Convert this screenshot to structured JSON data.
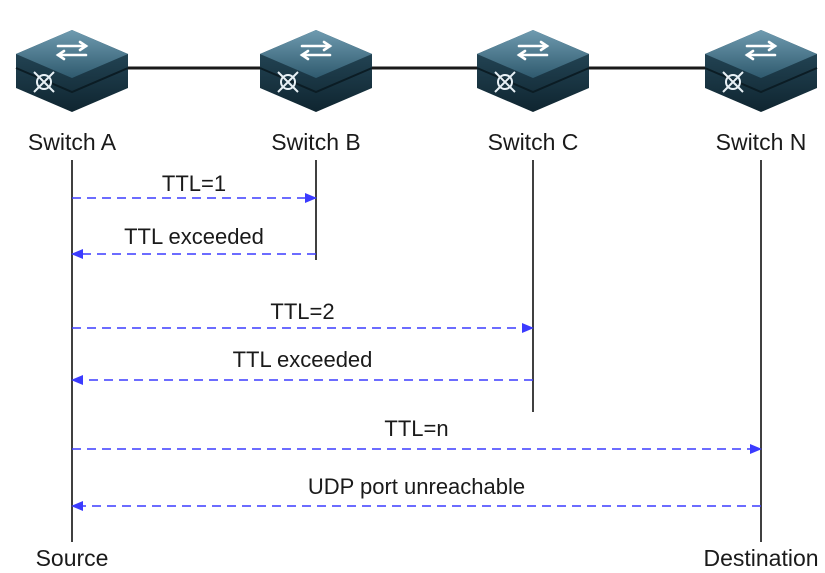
{
  "switches": [
    {
      "name": "Switch A"
    },
    {
      "name": "Switch B"
    },
    {
      "name": "Switch C"
    },
    {
      "name": "Switch N"
    }
  ],
  "endpoints": {
    "source": "Source",
    "destination": "Destination"
  },
  "messages": [
    {
      "label": "TTL=1",
      "from": "Switch A",
      "to": "Switch B"
    },
    {
      "label": "TTL exceeded",
      "from": "Switch B",
      "to": "Switch A"
    },
    {
      "label": "TTL=2",
      "from": "Switch A",
      "to": "Switch C"
    },
    {
      "label": "TTL exceeded",
      "from": "Switch C",
      "to": "Switch A"
    },
    {
      "label": "TTL=n",
      "from": "Switch A",
      "to": "Switch N"
    },
    {
      "label": "UDP port unreachable",
      "from": "Switch N",
      "to": "Switch A"
    }
  ],
  "icon": "network-switch-icon",
  "colors": {
    "arrow": "#3b3bff",
    "switch_dark": "#16323f",
    "switch_mid": "#2f5a6e",
    "switch_light": "#4f7f96"
  }
}
